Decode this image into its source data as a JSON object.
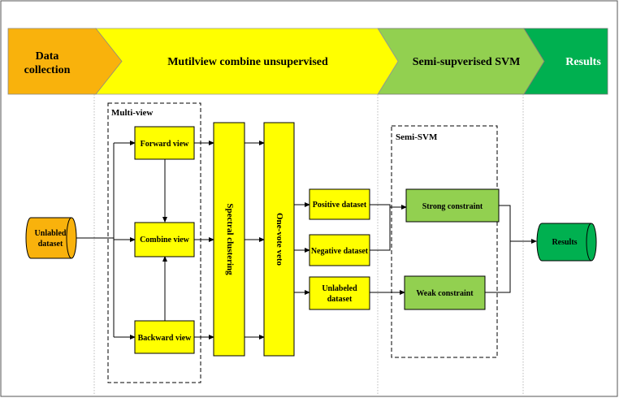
{
  "phases": {
    "data_collection": [
      "Data",
      "collection"
    ],
    "unsupervised": "Mutilview combine unsupervised",
    "semi_svm": "Semi-supverised SVM",
    "results": "Results"
  },
  "colors": {
    "orange": "#F9B20C",
    "yellow": "#FFFF00",
    "light_green": "#92D050",
    "dark_green": "#00B050",
    "line": "#000000"
  },
  "groups": {
    "multiview": "Multi-view",
    "semisvm": "Semi-SVM"
  },
  "nodes": {
    "unlabeled_input": [
      "Unlabled",
      "dataset"
    ],
    "forward_view": "Forward view",
    "combine_view": "Combine view",
    "backward_view": "Backward view",
    "spectral_clustering": "Spectral clustering",
    "one_vote_veto": "One-vote veto",
    "positive_dataset": "Positive dataset",
    "negative_dataset": "Negative dataset",
    "unlabeled_dataset": [
      "Unlabeled",
      "dataset"
    ],
    "strong_constraint": "Strong constraint",
    "weak_constraint": "Weak constraint",
    "results_node": "Results"
  }
}
